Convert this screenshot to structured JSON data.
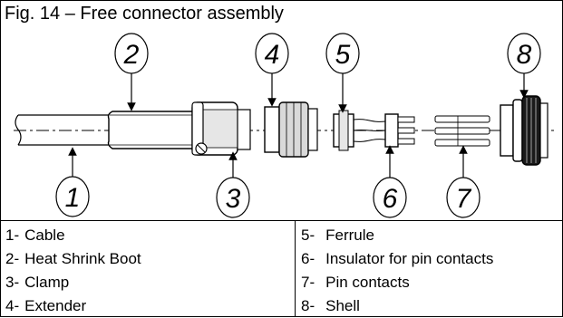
{
  "title": "Fig. 14 – Free connector assembly",
  "callouts": [
    "1",
    "2",
    "3",
    "4",
    "5",
    "6",
    "7",
    "8"
  ],
  "legend": {
    "left": [
      {
        "num": "1-",
        "label": "Cable"
      },
      {
        "num": "2-",
        "label": "Heat Shrink Boot"
      },
      {
        "num": "3-",
        "label": "Clamp"
      },
      {
        "num": "4-",
        "label": "Extender"
      }
    ],
    "right": [
      {
        "num": "5-",
        "label": "Ferrule"
      },
      {
        "num": "6-",
        "label": "Insulator for pin contacts"
      },
      {
        "num": "7-",
        "label": "Pin contacts"
      },
      {
        "num": "8-",
        "label": "Shell"
      }
    ]
  }
}
